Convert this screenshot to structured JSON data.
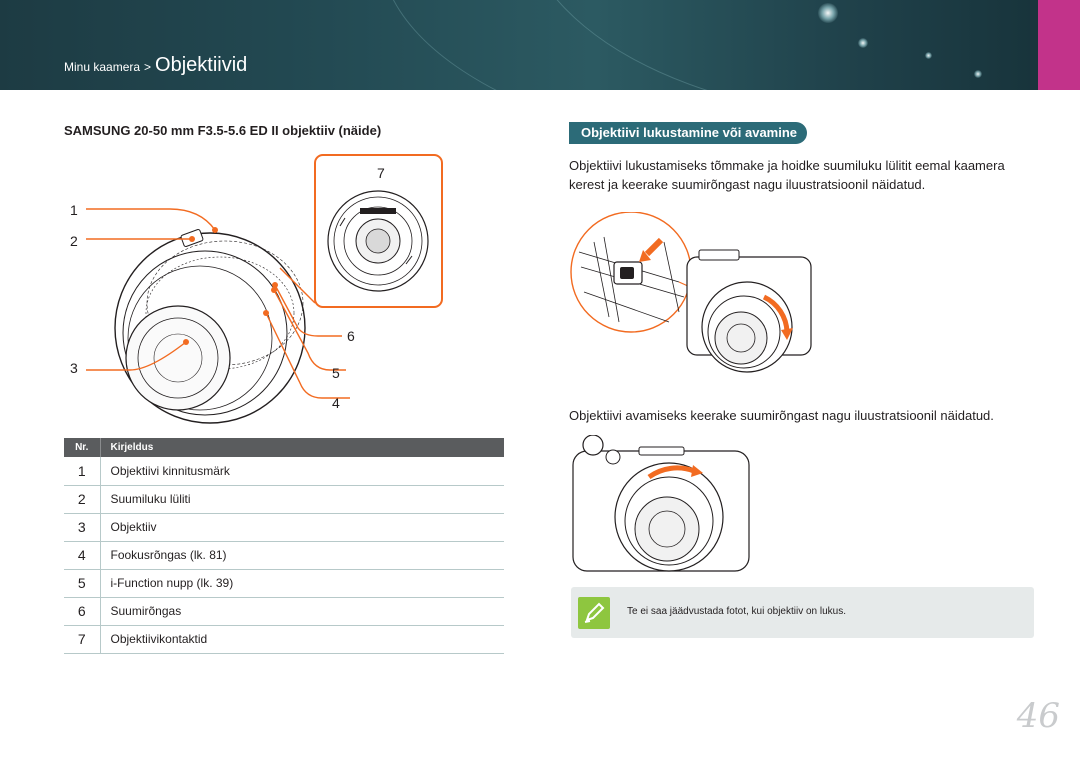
{
  "header": {
    "breadcrumb_parent": "Minu kaamera",
    "breadcrumb_separator": ">",
    "breadcrumb_current": "Objektiivid"
  },
  "left": {
    "lens_title": "SAMSUNG 20-50 mm F3.5-5.6 ED II objektiiv (näide)",
    "callouts": [
      "1",
      "2",
      "3",
      "4",
      "5",
      "6",
      "7"
    ],
    "table": {
      "headers": [
        "Nr.",
        "Kirjeldus"
      ],
      "rows": [
        {
          "num": "1",
          "desc": "Objektiivi kinnitusmärk"
        },
        {
          "num": "2",
          "desc": "Suumiluku lüliti"
        },
        {
          "num": "3",
          "desc": "Objektiiv"
        },
        {
          "num": "4",
          "desc": "Fookusrõngas (lk. 81)"
        },
        {
          "num": "5",
          "desc": "i-Function nupp (lk. 39)"
        },
        {
          "num": "6",
          "desc": "Suumirõngas"
        },
        {
          "num": "7",
          "desc": "Objektiivikontaktid"
        }
      ]
    }
  },
  "right": {
    "section_title": "Objektiivi lukustamine või avamine",
    "para_lock": "Objektiivi lukustamiseks tõmmake ja hoidke suumiluku lülitit eemal kaamera kerest ja keerake suumirõngast nagu iluustratsioonil näidatud.",
    "para_unlock": "Objektiivi avamiseks keerake suumirõngast nagu iluustratsioonil näidatud.",
    "tip_text": "Te ei saa jäädvustada fotot, kui objektiiv on lukus."
  },
  "page_number": "46",
  "colors": {
    "header_bg": "#234a53",
    "header_accent": "#c2338a",
    "section_title_bg": "#2c6b78",
    "callout_line": "#f26b21",
    "table_header_bg": "#5a5c5e",
    "tip_icon": "#8ec63f"
  }
}
